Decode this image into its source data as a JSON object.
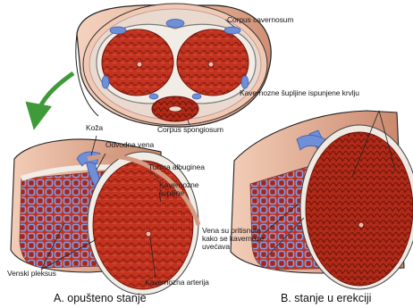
{
  "labels": {
    "corpus_cavernosum": "Corpus cavernosum",
    "corpus_spongiosum": "Corpus spongiosum",
    "koza": "Koža",
    "odvodna_vena": "Odvodna vena",
    "tunica_albuginea": "Tunica albuginea",
    "kavernozne_supljine": "Kavernozne šupljine",
    "venski_pleksus": "Venski pleksus",
    "kavernozna_arterija": "Kavernozna arterija",
    "ispunjene_krvlju": "Kavernozne šupljine ispunjene krvlju",
    "vena_pritisnuta": "Vena su pritisnute kako se kavernoze uvećava"
  },
  "captions": {
    "a": "A. opušteno stanje",
    "b": "B. stanje u erekciji"
  },
  "colors": {
    "tissue_red": "#c2331f",
    "tissue_dark": "#8f1c12",
    "skin": "#e8b49a",
    "vein_blue": "#6f8fd8",
    "arrow_green": "#3f9a3a"
  }
}
